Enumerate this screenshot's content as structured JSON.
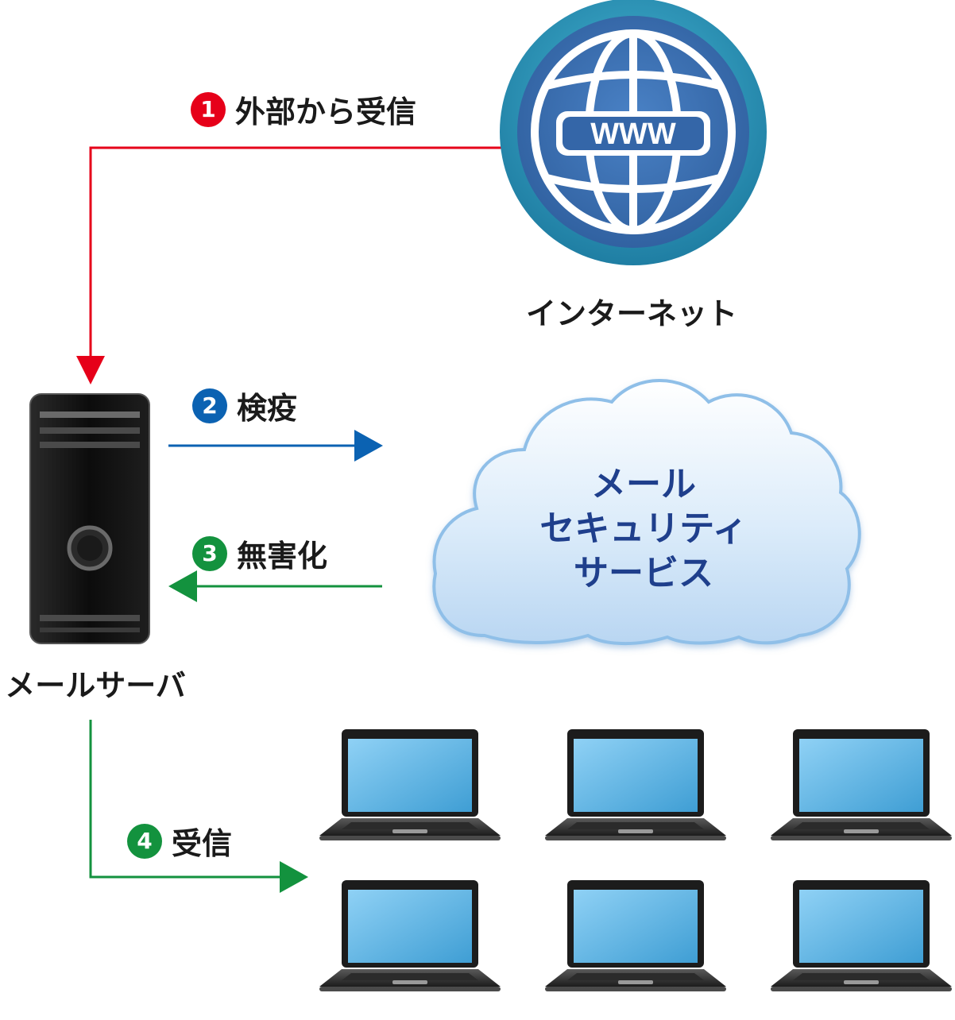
{
  "steps": [
    {
      "number": "1",
      "label": "外部から受信",
      "color": "#e60019"
    },
    {
      "number": "2",
      "label": "検疫",
      "color": "#0b62b2"
    },
    {
      "number": "3",
      "label": "無害化",
      "color": "#13923e"
    },
    {
      "number": "4",
      "label": "受信",
      "color": "#13923e"
    }
  ],
  "nodes": {
    "internet": {
      "label": "インターネット",
      "globe_text": "WWW"
    },
    "server": {
      "label": "メールサーバ"
    },
    "cloud": {
      "lines": [
        "メール",
        "セキュリティ",
        "サービス"
      ]
    }
  },
  "colors": {
    "internet_globe": "#3a6fb3",
    "globe_ring": "#2a93b7",
    "cloud_text": "#1f3f8c"
  }
}
